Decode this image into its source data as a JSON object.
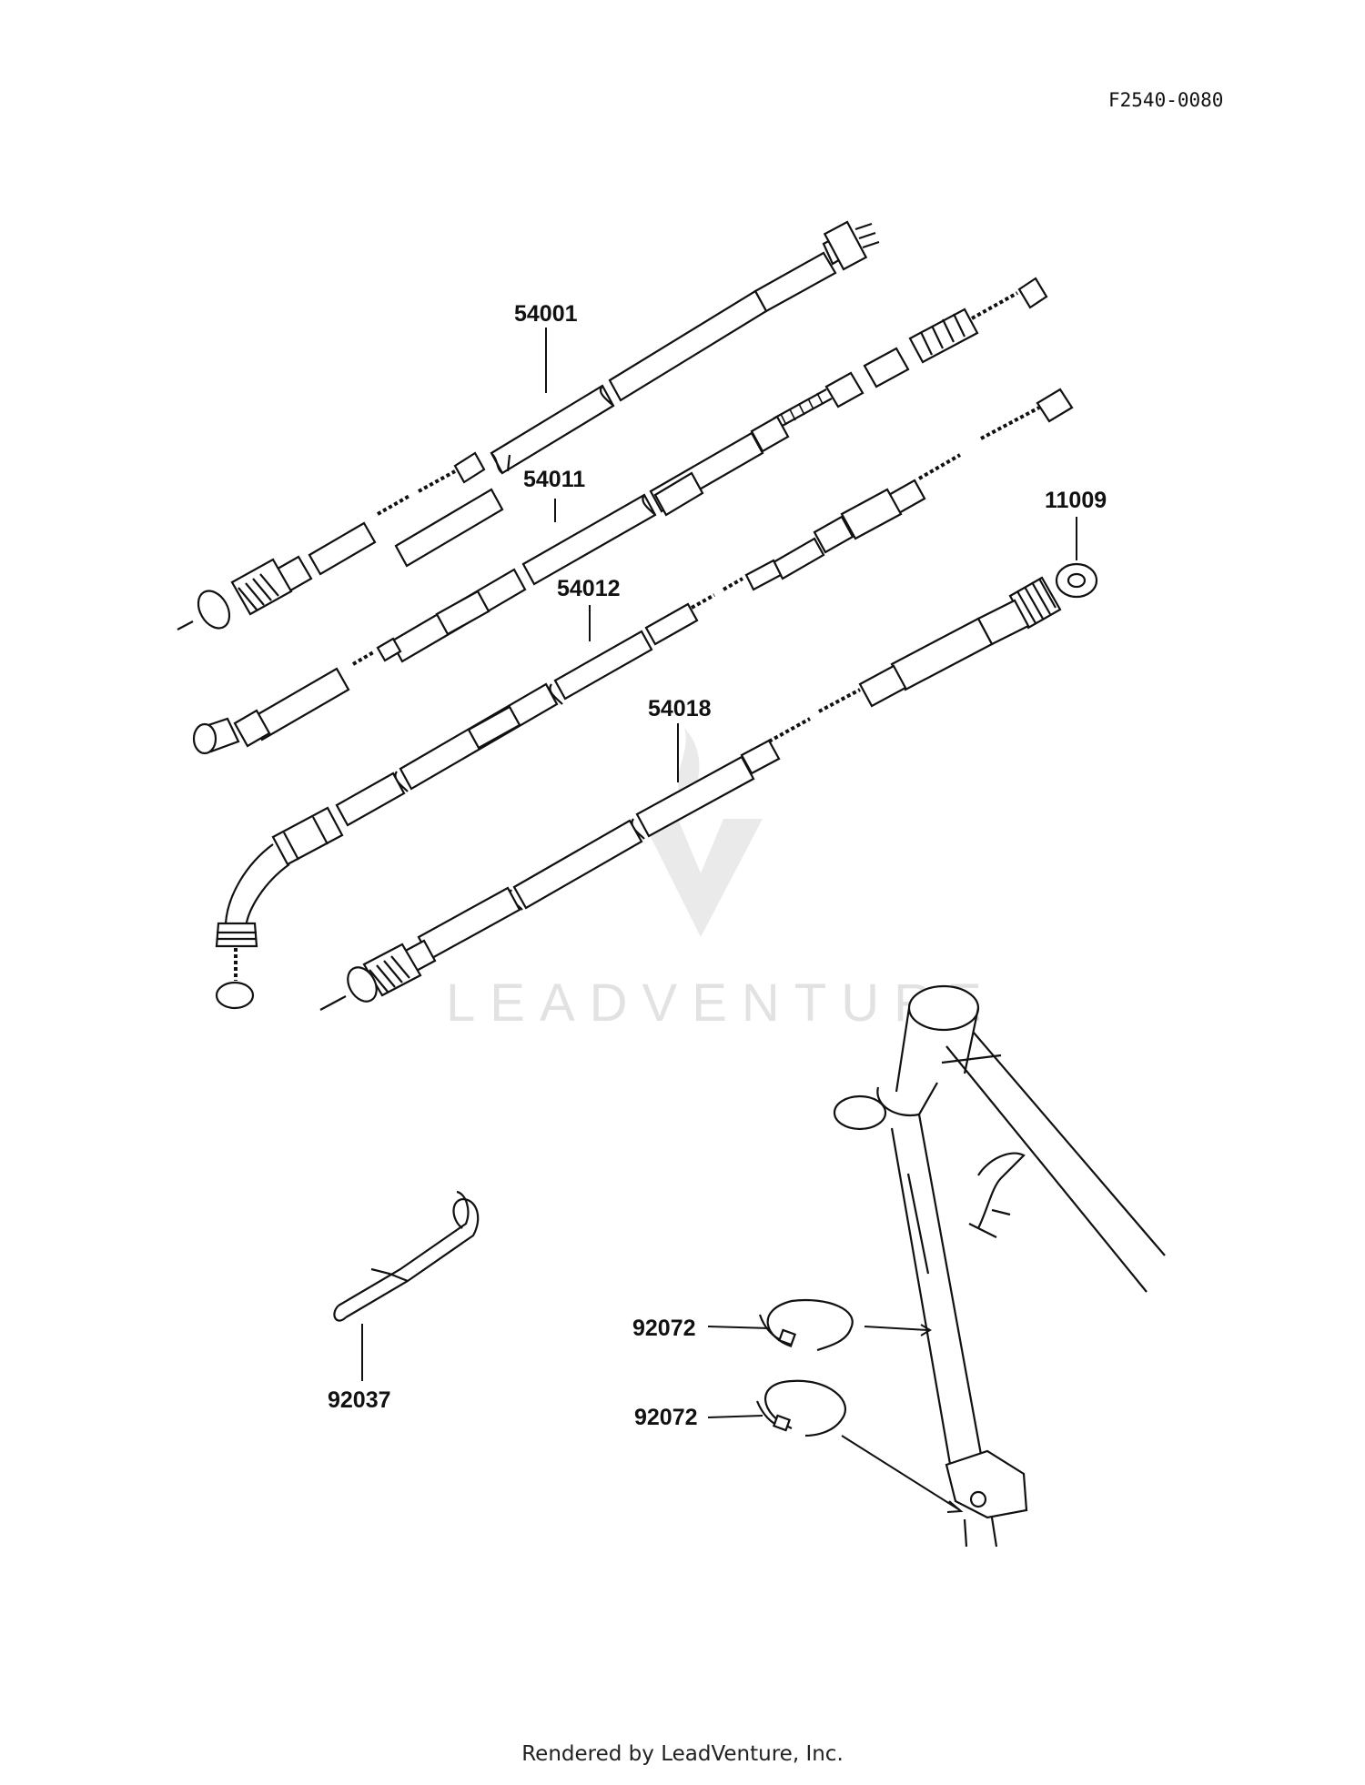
{
  "diagram": {
    "ref_code": "F2540-0080",
    "watermark_text": "LEADVENTURE",
    "footer": "Rendered by LeadVenture, Inc.",
    "parts": [
      {
        "id": "54001"
      },
      {
        "id": "54011"
      },
      {
        "id": "54012"
      },
      {
        "id": "11009"
      },
      {
        "id": "54018"
      },
      {
        "id": "92037"
      },
      {
        "id": "92072"
      },
      {
        "id": "92072"
      }
    ]
  }
}
